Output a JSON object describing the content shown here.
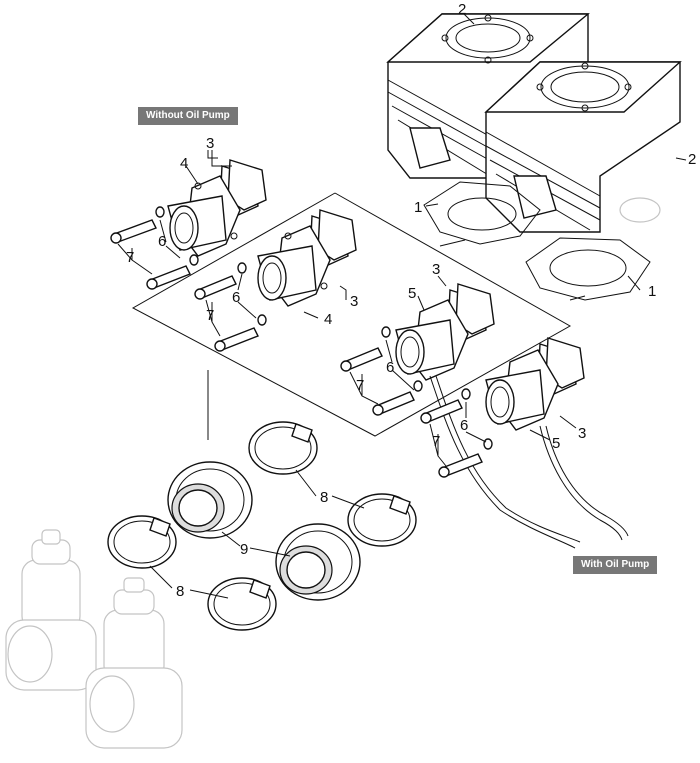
{
  "tags": {
    "without_oil_pump": "Without Oil Pump",
    "with_oil_pump": "With Oil Pump"
  },
  "callouts": {
    "c1a": "1",
    "c1b": "1",
    "c2a": "2",
    "c2b": "2",
    "c3a": "3",
    "c3b": "3",
    "c3c": "3",
    "c3d": "3",
    "c4a": "4",
    "c4b": "4",
    "c5a": "5",
    "c5b": "5",
    "c6a": "6",
    "c6b": "6",
    "c6c": "6",
    "c6d": "6",
    "c7a": "7",
    "c7b": "7",
    "c7c": "7",
    "c7d": "7",
    "c8a": "8",
    "c8b": "8",
    "c9": "9"
  },
  "colors": {
    "tag_bg": "#777777",
    "tag_text": "#ffffff",
    "line": "#111111",
    "ghost": "#c4c4c4"
  }
}
